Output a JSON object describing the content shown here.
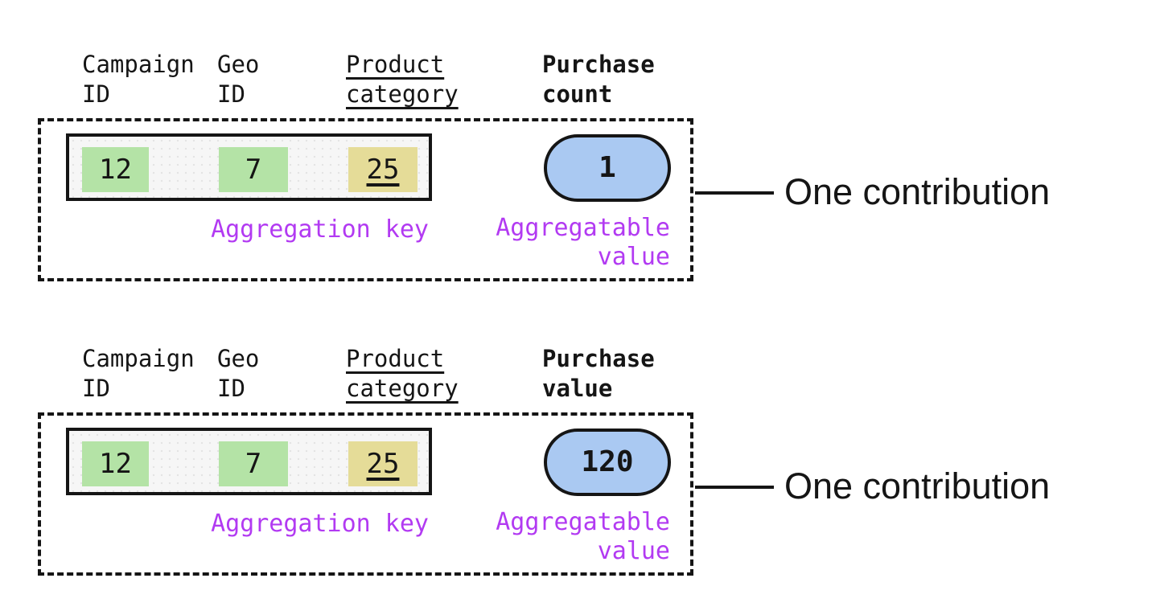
{
  "colors": {
    "key_green": "#b4e3a6",
    "key_yellow": "#e5dc98",
    "value_blue": "#aac9f2",
    "label_purple": "#b23af2",
    "row_bg": "#f6f6f6",
    "ink": "#151515"
  },
  "sections": [
    {
      "columns": [
        {
          "label": "Campaign\nID"
        },
        {
          "label": "Geo\nID"
        },
        {
          "label": "Product\ncategory"
        }
      ],
      "metric_header": "Purchase\ncount",
      "key_cells": [
        {
          "value": "12",
          "highlight": "green"
        },
        {
          "value": "7",
          "highlight": "green"
        },
        {
          "value": "25",
          "highlight": "yellow",
          "underlined": true
        }
      ],
      "aggregatable_value": "1",
      "key_label": "Aggregation key",
      "value_label": "Aggregatable\nvalue",
      "callout": "One contribution"
    },
    {
      "columns": [
        {
          "label": "Campaign\nID"
        },
        {
          "label": "Geo\nID"
        },
        {
          "label": "Product\ncategory"
        }
      ],
      "metric_header": "Purchase\nvalue",
      "key_cells": [
        {
          "value": "12",
          "highlight": "green"
        },
        {
          "value": "7",
          "highlight": "green"
        },
        {
          "value": "25",
          "highlight": "yellow",
          "underlined": true
        }
      ],
      "aggregatable_value": "120",
      "key_label": "Aggregation key",
      "value_label": "Aggregatable\nvalue",
      "callout": "One contribution"
    }
  ]
}
